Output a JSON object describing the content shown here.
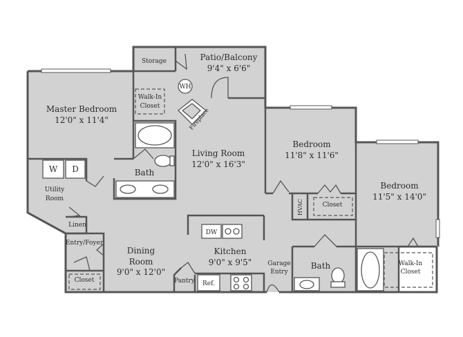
{
  "rooms": {
    "patio": {
      "name": "Patio/Balcony",
      "dim": "9'4\" x 6'6\""
    },
    "storage": {
      "name": "Storage"
    },
    "walkin1": {
      "line1": "Walk-In",
      "line2": "Closet"
    },
    "master": {
      "name": "Master Bedroom",
      "dim": "12'0\" x 11'4\""
    },
    "fireplace": {
      "name": "Fireplace"
    },
    "living": {
      "name": "Living Room",
      "dim": "12'0\" x 16'3\""
    },
    "bath1": {
      "name": "Bath"
    },
    "bedroom2": {
      "name": "Bedroom",
      "dim": "11'8\" x 11'6\""
    },
    "bedroom3": {
      "name": "Bedroom",
      "dim": "11'5\" x 14'0\""
    },
    "utility": {
      "line1": "Utility",
      "line2": "Room"
    },
    "hvac": {
      "name": "HVAC"
    },
    "closet2": {
      "name": "Closet"
    },
    "linen": {
      "name": "Linen"
    },
    "entry": {
      "name": "Entry/Foyer"
    },
    "closet_entry": {
      "name": "Closet"
    },
    "dining": {
      "name": "Dining",
      "line2": "Room",
      "dim": "9'0\" x 12'0\""
    },
    "kitchen": {
      "name": "Kitchen",
      "dim": "9'0\" x 9'5\""
    },
    "pantry": {
      "name": "Pantry"
    },
    "garage": {
      "line1": "Garage",
      "line2": "Entry"
    },
    "bath2": {
      "name": "Bath"
    },
    "walkin2": {
      "line1": "Walk-In",
      "line2": "Closet"
    }
  },
  "appliances": {
    "water_heater": "WH",
    "washer": "W",
    "dryer": "D",
    "dishwasher": "DW",
    "refrigerator": "Ref."
  },
  "colors": {
    "floor": "#d2d2d2",
    "wall": "#555555",
    "fixture": "#ffffff"
  }
}
